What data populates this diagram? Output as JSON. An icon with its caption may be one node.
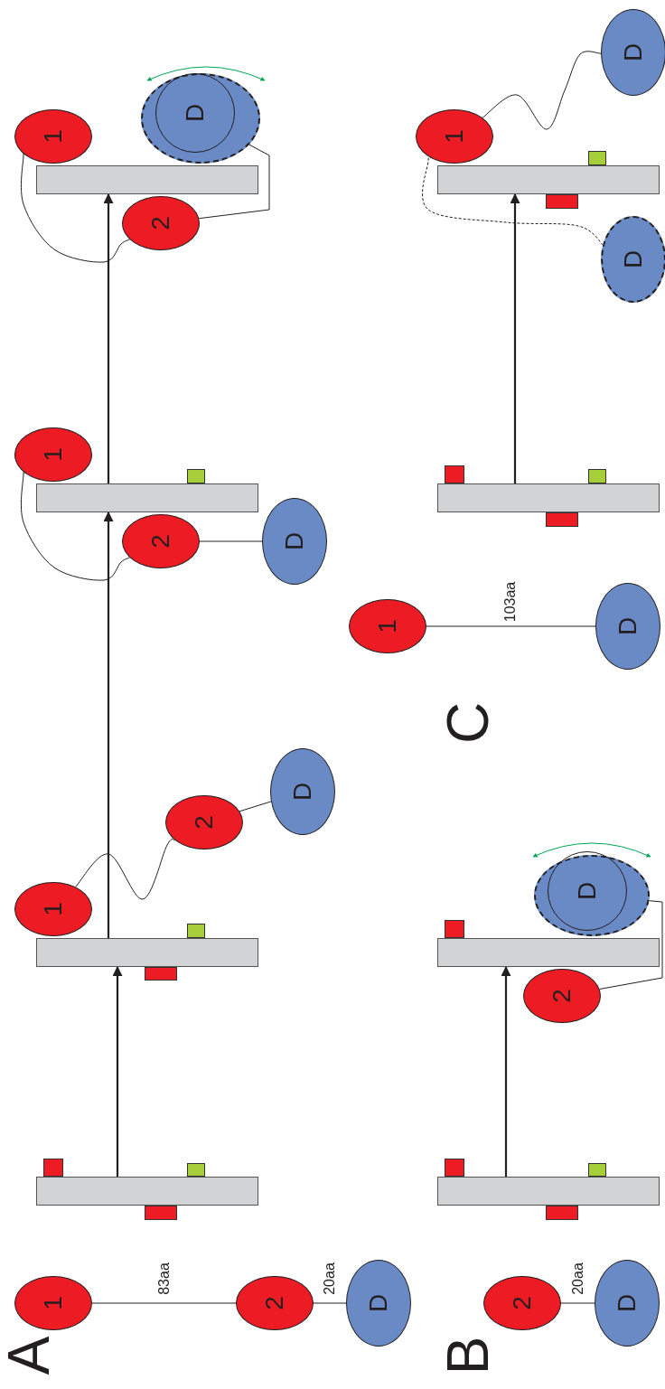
{
  "diagram": {
    "nodes": [
      {
        "text": [
          "1"
        ]
      },
      {
        "text": [
          "2"
        ]
      },
      {
        "text": [
          "D"
        ]
      },
      {
        "text": [],
        "shape": "bar"
      },
      {
        "text": [],
        "shape": "bar"
      },
      {
        "text": [
          "1"
        ]
      },
      {
        "text": [
          "2"
        ]
      },
      {
        "text": [
          "D"
        ]
      },
      {
        "text": [],
        "shape": "bar"
      },
      {
        "text": [
          "1"
        ]
      },
      {
        "text": [
          "2"
        ]
      },
      {
        "text": [
          "D"
        ]
      },
      {
        "text": [],
        "shape": "bar"
      },
      {
        "text": [
          "1"
        ]
      },
      {
        "text": [
          "2"
        ]
      },
      {
        "text": [
          "D"
        ]
      },
      {
        "text": [
          "2"
        ]
      },
      {
        "text": [
          "D"
        ]
      },
      {
        "text": [],
        "shape": "bar"
      },
      {
        "text": [],
        "shape": "bar"
      },
      {
        "text": [
          "2"
        ]
      },
      {
        "text": [
          "D"
        ]
      },
      {
        "text": [
          "1"
        ]
      },
      {
        "text": [
          "D"
        ]
      },
      {
        "text": [],
        "shape": "bar"
      },
      {
        "text": [],
        "shape": "bar"
      },
      {
        "text": [
          "1"
        ]
      },
      {
        "text": [
          "D"
        ]
      },
      {
        "text": [
          "D"
        ]
      }
    ],
    "edges": [
      {
        "from": 0,
        "to": 1,
        "arrow": "none",
        "label": "83aa"
      },
      {
        "from": 1,
        "to": 2,
        "arrow": "none",
        "label": "20aa"
      },
      {
        "from": 5,
        "to": 6,
        "arrow": "none"
      },
      {
        "from": 6,
        "to": 7,
        "arrow": "none"
      },
      {
        "from": 9,
        "to": 10,
        "arrow": "none"
      },
      {
        "from": 10,
        "to": 11,
        "arrow": "none"
      },
      {
        "from": 13,
        "to": 14,
        "arrow": "none"
      },
      {
        "from": 14,
        "to": 15,
        "arrow": "none"
      },
      {
        "from": 16,
        "to": 17,
        "arrow": "none",
        "label": "20aa"
      },
      {
        "from": 20,
        "to": 21,
        "arrow": "none"
      },
      {
        "from": 22,
        "to": 23,
        "arrow": "none",
        "label": "103aa"
      },
      {
        "from": 26,
        "to": 27,
        "arrow": "none"
      },
      {
        "from": 26,
        "to": 28,
        "arrow": "none",
        "style": "dashed"
      },
      {
        "from": 3,
        "to": 4,
        "arrow": "to"
      },
      {
        "from": 4,
        "to": 8,
        "arrow": "to"
      },
      {
        "from": 8,
        "to": 12,
        "arrow": "to"
      },
      {
        "from": 18,
        "to": 19,
        "arrow": "to"
      },
      {
        "from": 24,
        "to": 25,
        "arrow": "to"
      }
    ],
    "labels": [
      "A",
      "B",
      "C"
    ]
  }
}
